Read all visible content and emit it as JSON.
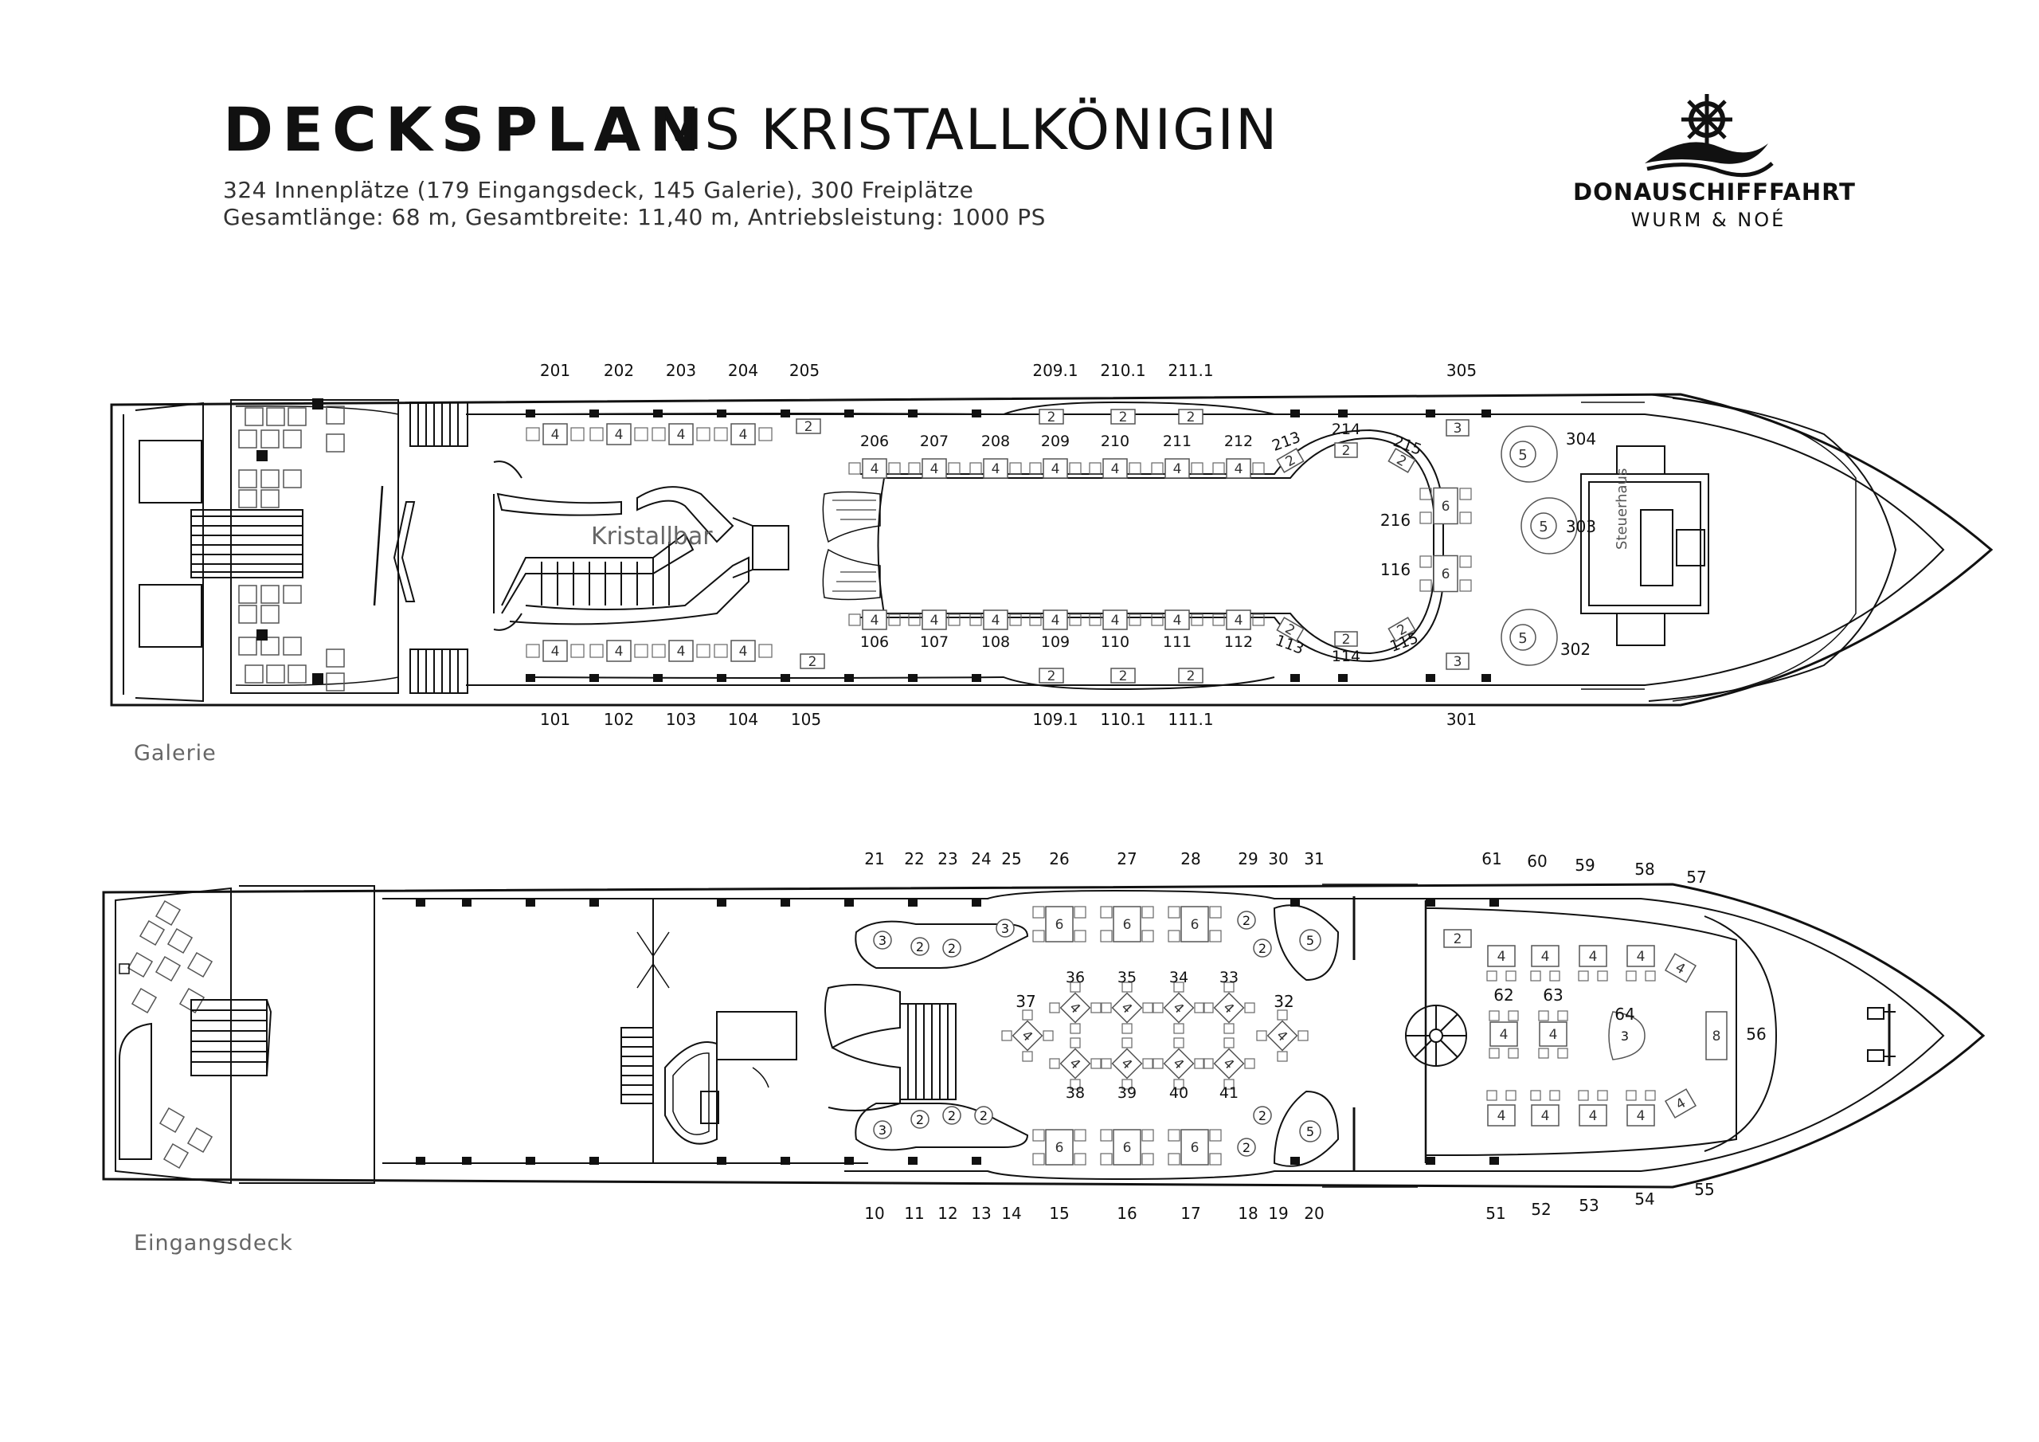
{
  "header": {
    "title": "DECKSPLAN",
    "subtitle": "MS KRISTALLKÖNIGIN",
    "line1": "324 Innenplätze (179 Eingangsdeck, 145 Galerie), 300 Freiplätze",
    "line2": "Gesamtlänge: 68 m, Gesamtbreite: 11,40 m, Antriebsleistung: 1000 PS"
  },
  "brand": {
    "name": "DONAUSCHIFFFAHRT",
    "tagline": "WURM & NOÉ",
    "logo": "ship-wheel-wave-logo"
  },
  "galerie": {
    "label": "Galerie",
    "bar_label": "Kristallbar",
    "wheelhouse_label": "Steuerhaus",
    "top_numbers": [
      "201",
      "202",
      "203",
      "204",
      "205",
      "209.1",
      "210.1",
      "211.1",
      "305"
    ],
    "bottom_numbers": [
      "101",
      "102",
      "103",
      "104",
      "105",
      "109.1",
      "110.1",
      "111.1",
      "301"
    ],
    "inner_top_numbers": [
      "206",
      "207",
      "208",
      "209",
      "210",
      "211",
      "212",
      "213",
      "214",
      "215"
    ],
    "inner_bottom_numbers": [
      "106",
      "107",
      "108",
      "109",
      "110",
      "111",
      "112",
      "113",
      "114",
      "115"
    ],
    "side_numbers": [
      "216",
      "116",
      "304",
      "303",
      "302"
    ],
    "table_seats": {
      "four": "4",
      "two": "2",
      "three": "3",
      "five": "5",
      "six": "6"
    }
  },
  "eingangsdeck": {
    "label": "Eingangsdeck",
    "top_numbers": [
      "21",
      "22",
      "23",
      "24",
      "25",
      "26",
      "27",
      "28",
      "29",
      "30",
      "31",
      "61",
      "60",
      "59",
      "58",
      "57"
    ],
    "bottom_numbers": [
      "10",
      "11",
      "12",
      "13",
      "14",
      "15",
      "16",
      "17",
      "18",
      "19",
      "20",
      "51",
      "52",
      "53",
      "54",
      "55"
    ],
    "center_top_numbers": [
      "36",
      "35",
      "34",
      "33"
    ],
    "center_bottom_numbers": [
      "38",
      "39",
      "40",
      "41"
    ],
    "side_numbers": [
      "37",
      "32",
      "62",
      "63",
      "64",
      "56"
    ],
    "table_seats": {
      "two": "2",
      "three": "3",
      "four": "4",
      "five": "5",
      "six": "6",
      "eight": "8"
    }
  }
}
